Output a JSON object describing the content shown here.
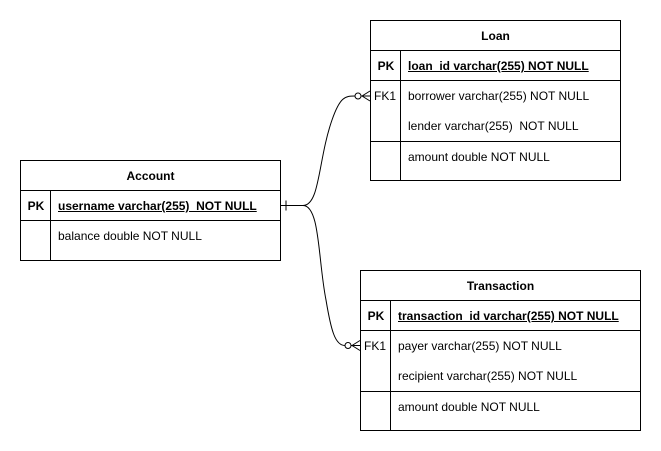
{
  "diagram": {
    "account": {
      "title": "Account",
      "pk_key": "PK",
      "pk_field": "username varchar(255)  NOT NULL",
      "attr1": "balance double NOT NULL"
    },
    "loan": {
      "title": "Loan",
      "pk_key": "PK",
      "pk_field": "loan_id varchar(255) NOT NULL",
      "fk_key": "FK1",
      "fk_field1": "borrower varchar(255) NOT NULL",
      "fk_field2": "lender varchar(255)  NOT NULL",
      "attr1": "amount double NOT NULL"
    },
    "transaction": {
      "title": "Transaction",
      "pk_key": "PK",
      "pk_field": "transaction_id varchar(255) NOT NULL",
      "fk_key": "FK1",
      "fk_field1": "payer varchar(255) NOT NULL",
      "fk_field2": "recipient varchar(255) NOT NULL",
      "attr1": "amount double NOT NULL"
    },
    "relationships": [
      {
        "from": "Account",
        "to": "Loan",
        "from_cardinality": "one",
        "to_cardinality": "zero-or-many"
      },
      {
        "from": "Account",
        "to": "Transaction",
        "from_cardinality": "one",
        "to_cardinality": "zero-or-many"
      }
    ],
    "line_color": "#000000"
  }
}
